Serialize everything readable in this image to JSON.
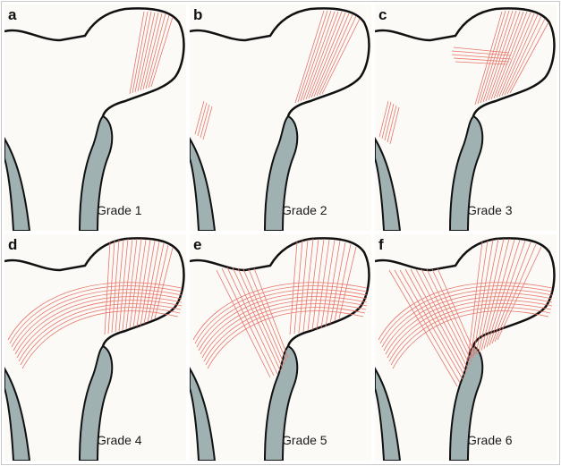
{
  "panels": [
    {
      "letter": "a",
      "caption": "Grade 1"
    },
    {
      "letter": "b",
      "caption": "Grade 2"
    },
    {
      "letter": "c",
      "caption": "Grade 3"
    },
    {
      "letter": "d",
      "caption": "Grade 4"
    },
    {
      "letter": "e",
      "caption": "Grade 5"
    },
    {
      "letter": "f",
      "caption": "Grade 6"
    }
  ],
  "colors": {
    "trabecular_lines": "#e8756a",
    "cortex": "#9fb1b0",
    "outline": "#111111",
    "background": "#fbfaf7"
  }
}
